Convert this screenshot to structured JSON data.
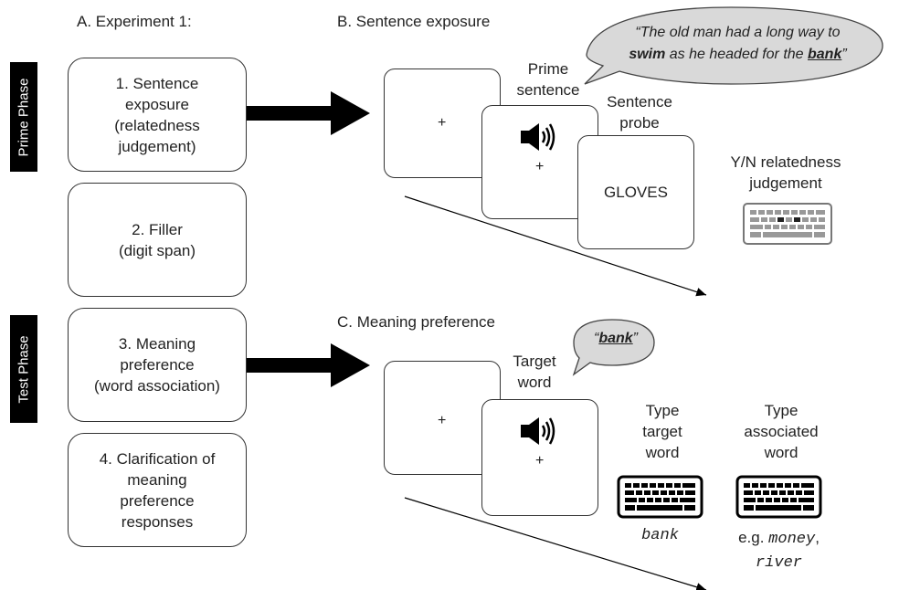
{
  "panel_a": {
    "title": "A. Experiment 1:",
    "phases": [
      {
        "label": "Prime Phase"
      },
      {
        "label": "Test Phase"
      }
    ],
    "stages": [
      {
        "lines": [
          "1. Sentence",
          "exposure",
          "(relatedness",
          "judgement)"
        ]
      },
      {
        "lines": [
          "2. Filler",
          "(digit span)"
        ]
      },
      {
        "lines": [
          "3. Meaning",
          "preference",
          "(word association)"
        ]
      },
      {
        "lines": [
          "4. Clarification of",
          "meaning",
          "preference",
          "responses"
        ]
      }
    ]
  },
  "panel_b": {
    "title": "B. Sentence exposure",
    "fixation": "+",
    "prime_label": [
      "Prime",
      "sentence"
    ],
    "probe_label": [
      "Sentence",
      "probe"
    ],
    "probe_word": "GLOVES",
    "judgement_label": [
      "Y/N relatedness",
      "judgement"
    ],
    "speech": {
      "open": "“The old man had a long way to",
      "bold1": "swim",
      "mid": " as he headed for the ",
      "bold2": "bank",
      "close": "”"
    },
    "speaker_icon": "speaker-icon",
    "keyboard_icon": "keyboard-icon"
  },
  "panel_c": {
    "title": "C. Meaning preference",
    "fixation": "+",
    "target_label": [
      "Target",
      "word"
    ],
    "speech": {
      "open": "“",
      "word": "bank",
      "close": "”"
    },
    "type_target_label": [
      "Type",
      "target",
      "word"
    ],
    "type_target_example": "bank",
    "type_assoc_label": [
      "Type",
      "associated",
      "word"
    ],
    "type_assoc_example_prefix": "e.g. ",
    "type_assoc_example_1": "money",
    "type_assoc_example_sep": ",",
    "type_assoc_example_2": "river",
    "speaker_icon": "speaker-icon",
    "keyboard_icon": "keyboard-icon"
  }
}
